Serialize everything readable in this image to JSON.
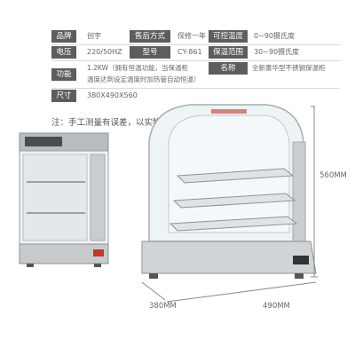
{
  "specs": {
    "brand_label": "品牌",
    "brand_value": "创宇",
    "after_sales_label": "售后方式",
    "after_sales_value": "保修一年",
    "temp_control_label": "可控温度",
    "temp_control_value": "0~90摄氏度",
    "voltage_label": "电压",
    "voltage_value": "220/50HZ",
    "model_label": "型号",
    "model_value": "CY-861",
    "keep_range_label": "保温范围",
    "keep_range_value": "30~90摄氏度",
    "name_label": "名称",
    "name_value": "全新豪华型不锈钢保温柜",
    "function_label": "功能",
    "function_value_line1": "1.2KW（拥有恒温功能，当保温柜",
    "function_value_line2": "温度达到设定温度时加热管自动恒温）",
    "size_label": "尺寸",
    "size_value": "380X490X560"
  },
  "note": "注：手工测量有误差，以实物为准",
  "dimensions": {
    "height": "560MM",
    "depth": "380MM",
    "width": "490MM"
  },
  "colors": {
    "label_bg": "#5d5d5d",
    "steel": "#cfd2d4",
    "glass": "#eef3f6"
  }
}
